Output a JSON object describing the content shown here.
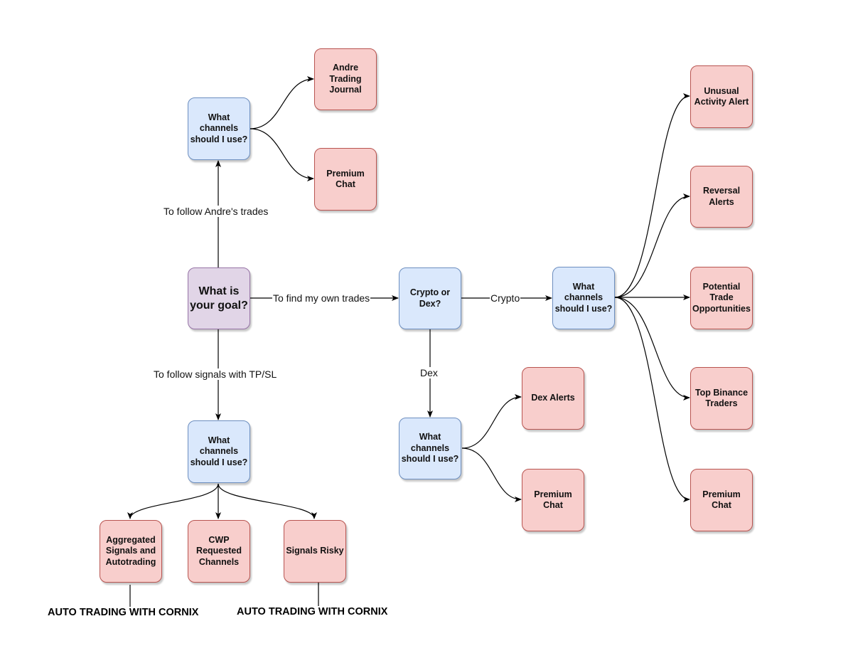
{
  "nodes": {
    "goal": "What is your goal?",
    "andre_channels": "What channels should I use?",
    "andre_journal": "Andre Trading Journal",
    "andre_premium_chat": "Premium Chat",
    "crypto_or_dex": "Crypto or Dex?",
    "crypto_channels": "What channels should I use?",
    "unusual_activity": "Unusual Activity Alert",
    "reversal_alerts": "Reversal Alerts",
    "potential_trade": "Potential Trade Opportunities",
    "top_binance": "Top Binance Traders",
    "crypto_premium_chat": "Premium Chat",
    "dex_channels": "What channels should I use?",
    "dex_alerts": "Dex Alerts",
    "dex_premium_chat": "Premium Chat",
    "signals_channels": "What channels should I use?",
    "aggregated": "Aggregated Signals and Autotrading",
    "cwp": "CWP Requested Channels",
    "signals_risky": "Signals Risky"
  },
  "edge_labels": {
    "follow_andre": "To follow Andre's trades",
    "find_own": "To find my own trades",
    "follow_signals": "To follow signals with TP/SL",
    "crypto": "Crypto",
    "dex": "Dex"
  },
  "notes": {
    "auto_left": "AUTO TRADING WITH CORNIX",
    "auto_right": "AUTO TRADING WITH CORNIX"
  },
  "colors": {
    "question_fill": "#dae8fc",
    "question_border": "#6c8ebf",
    "channel_fill": "#f8cecc",
    "channel_border": "#b85450",
    "goal_fill": "#e1d5e7",
    "goal_border": "#9673a6"
  }
}
